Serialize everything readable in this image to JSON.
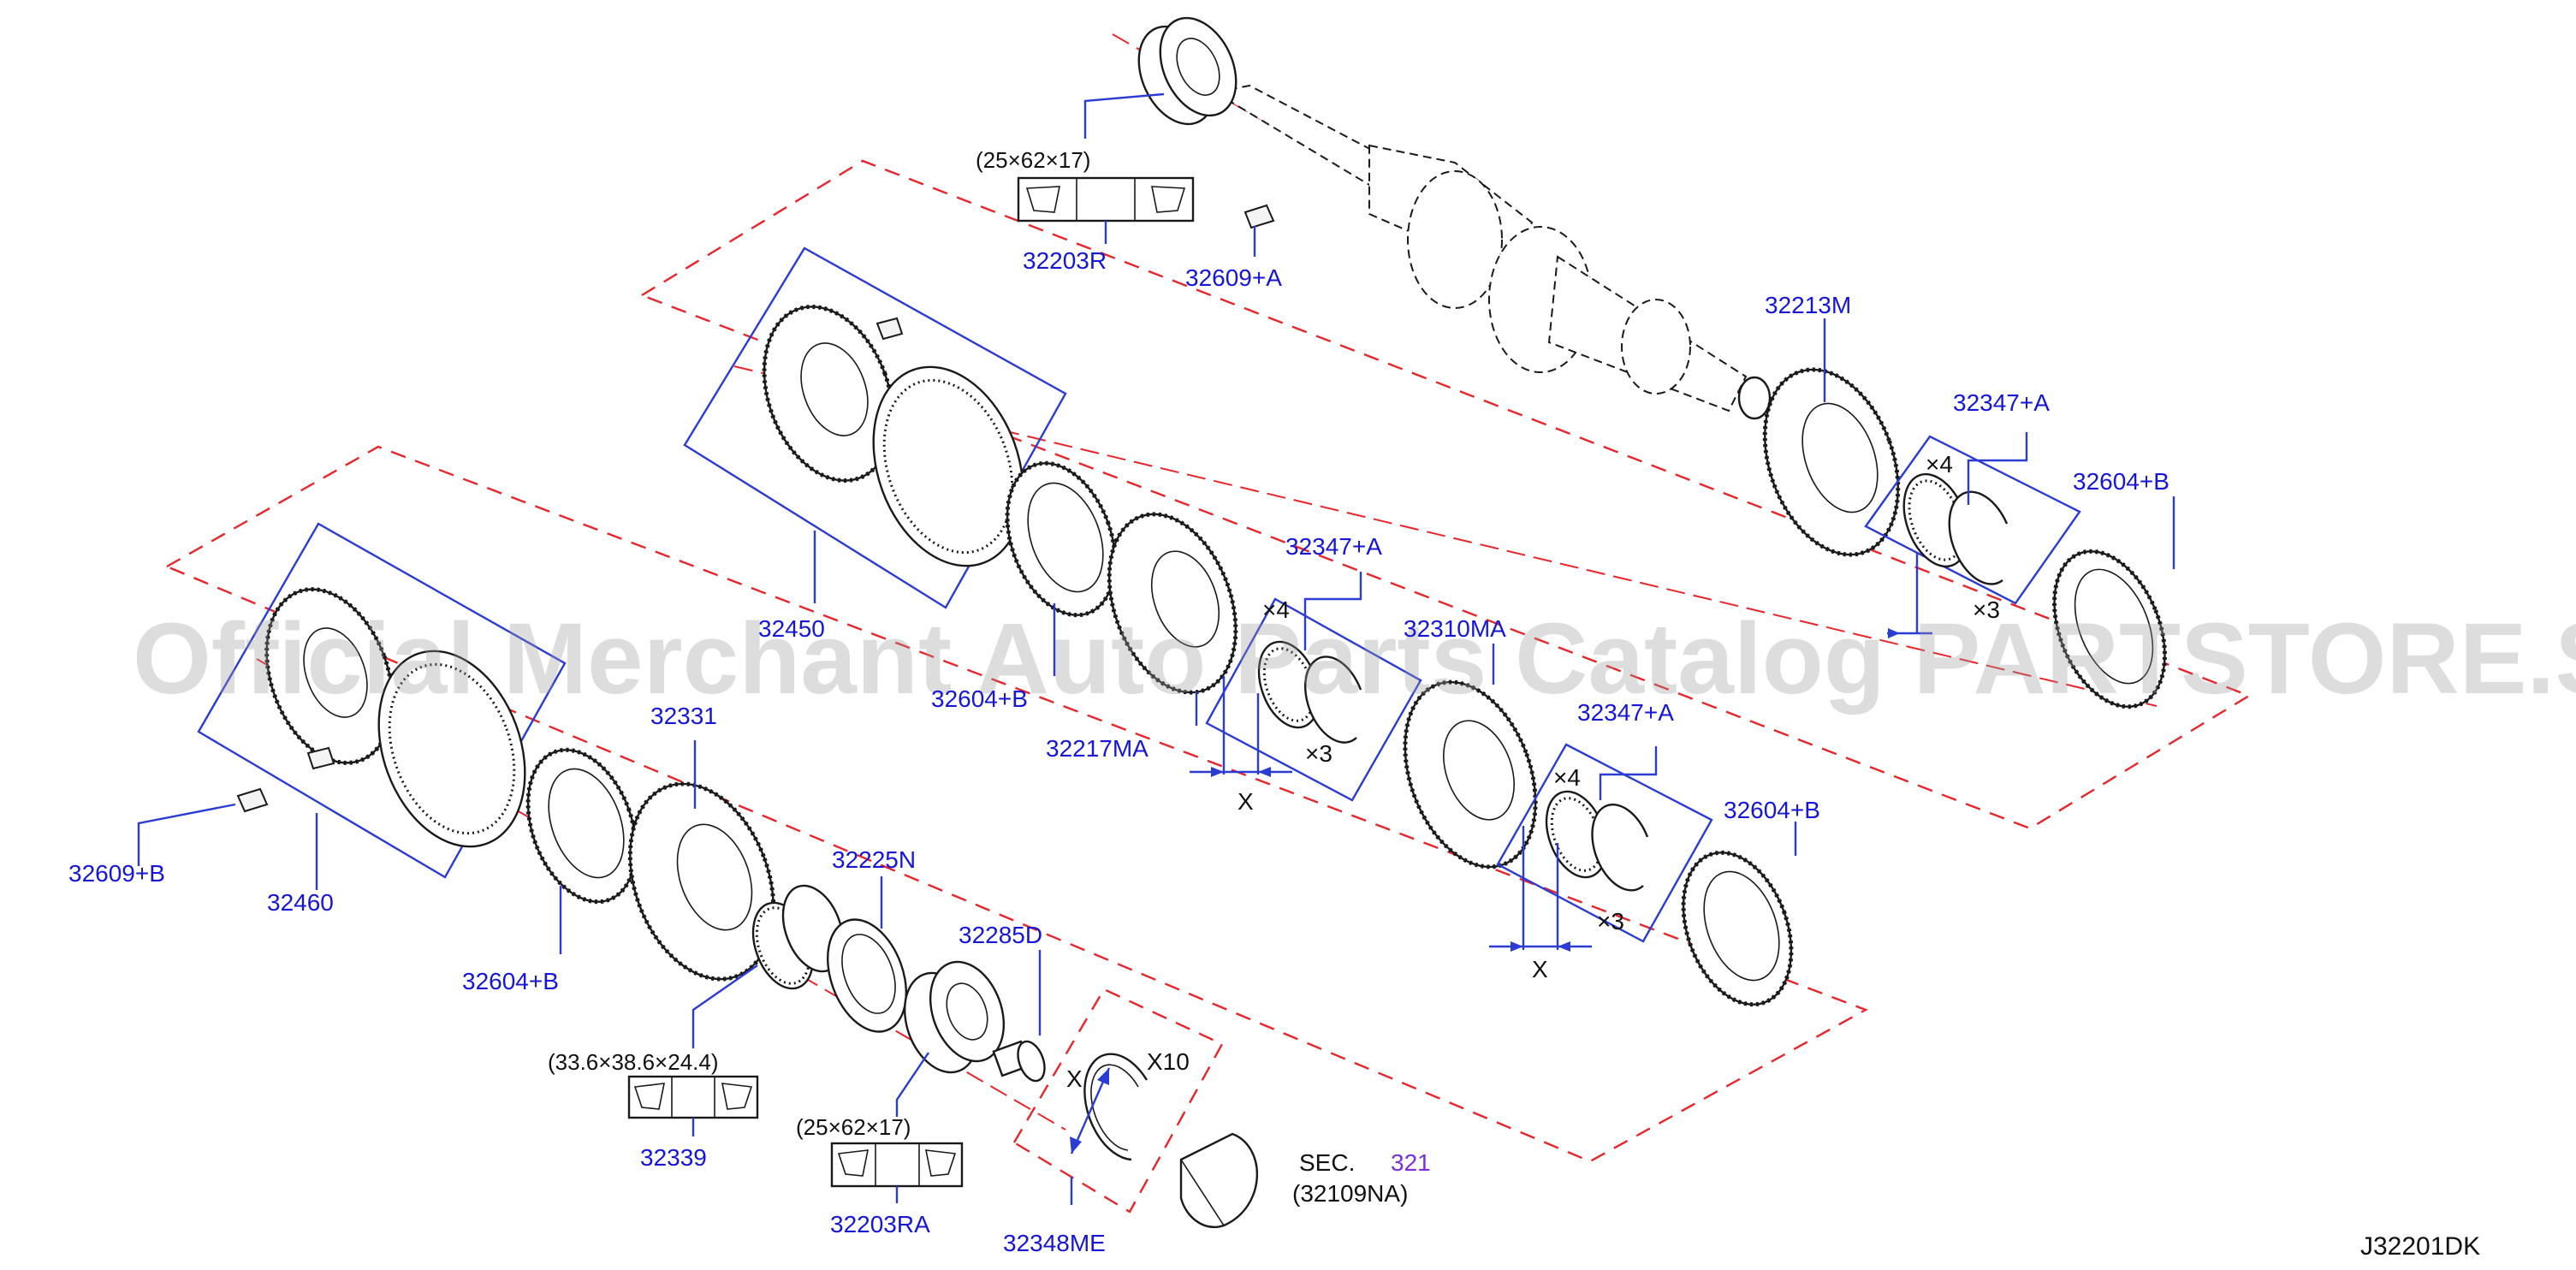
{
  "diagram_id": "J32201DK",
  "watermark": "Official Merchant Auto Parts Catalog PARTSTORE.SA",
  "labels": {
    "p32203R": "32203R",
    "p32609A": "32609+A",
    "p32213M": "32213M",
    "p32347A_top": "32347+A",
    "p32604B_topright": "32604+B",
    "p32450": "32450",
    "p32347A_mid": "32347+A",
    "p32604B_mid": "32604+B",
    "p32217MA": "32217MA",
    "p32310MA": "32310MA",
    "p32347A_lower": "32347+A",
    "p32604B_lower": "32604+B",
    "p32331": "32331",
    "p32460": "32460",
    "p32609B": "32609+B",
    "p32604B_left": "32604+B",
    "p32225N": "32225N",
    "p32285D": "32285D",
    "p32339": "32339",
    "p32203RA": "32203RA",
    "p32348ME": "32348ME",
    "sec_ref": "321"
  },
  "dims": {
    "bearing_top": "(25×62×17)",
    "needle_bearing": "(33.6×38.6×24.4)",
    "bearing_bottom": "(25×62×17)",
    "sec_word": "SEC.",
    "sec_sub": "(32109NA)"
  },
  "qty": {
    "top_x4": "×4",
    "top_x3": "×3",
    "mid_x4": "×4",
    "mid_x3": "×3",
    "low_x4": "×4",
    "low_x3": "×3",
    "x10": "X10"
  },
  "markers": {
    "x_mid": "X",
    "x_low": "X",
    "x_snap": "X"
  },
  "colors": {
    "label_blue": "#1616d8",
    "leader_blue": "#2a3cd4",
    "dash_red": "#e8252a",
    "sec_purple": "#7b2fd6"
  }
}
